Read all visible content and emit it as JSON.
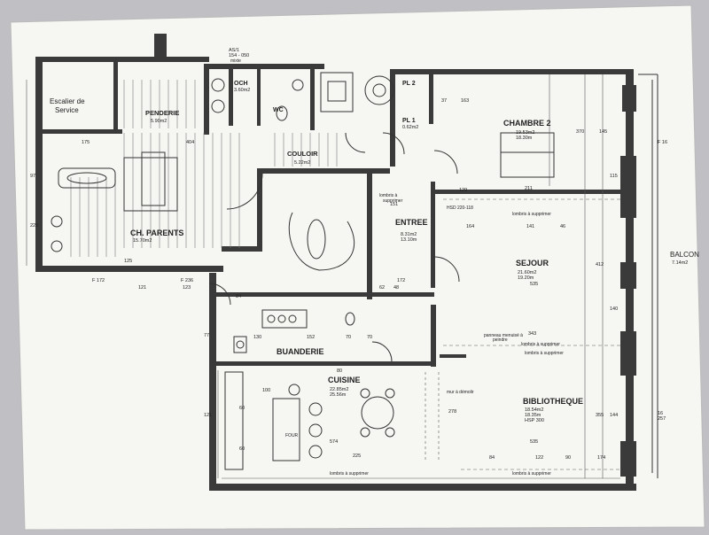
{
  "plan": {
    "header_code": "AS/1",
    "header_sub": "154 - 050",
    "header_sub2": "mixte",
    "rooms": {
      "escalier": "Escalier de",
      "service": "Service",
      "penderie": "PENDERIE",
      "penderie_area": "5.90m2",
      "och": "OCH",
      "och_area": "3.60m2",
      "wc": "WC",
      "couloir": "COULOIR",
      "couloir_area": "5.22m2",
      "pl2": "PL 2",
      "pl1": "PL 1",
      "pl1_area": "0.62m2",
      "chambre2": "CHAMBRE 2",
      "chambre2_area1": "19.53m2",
      "chambre2_area2": "18.30m",
      "chparents": "CH. PARENTS",
      "chparents_area": "15.70m2",
      "entree": "ENTREE",
      "entree_area1": "8.31m2",
      "entree_area2": "13.10m",
      "sejour": "SEJOUR",
      "sejour_area1": "21.60m2",
      "sejour_area2": "19.20m",
      "buanderie": "BUANDERIE",
      "cuisine": "CUISINE",
      "cuisine_area1": "22.85m2",
      "cuisine_area2": "25.56m",
      "bibliotheque": "BIBLIOTHEQUE",
      "biblio_area1": "18.54m2",
      "biblio_area2": "18.35m",
      "biblio_hsp": "HSP 300",
      "balcon": "BALCON",
      "balcon_area": "7.14m2",
      "four": "FOUR"
    },
    "notes": {
      "lombris1": "lombris à",
      "supprimer1": "supprimer",
      "lombris_chambre": "lombris à supprimer",
      "panneau": "panneau menuisé à",
      "peindre": "peindre",
      "lombris_sejour1": "lombris à supprimer",
      "lombris_sejour2": "lombris à supprimer",
      "lombris_cuisine": "lombris à supprimer",
      "lombris_biblio": "lombris à supprimer",
      "demolir": "mur à démolir",
      "HSD": "HSD 220-118"
    },
    "dims": {
      "d175": "175",
      "d404": "404",
      "d163": "163",
      "d37": "37",
      "d129": "129",
      "d211": "211",
      "d164": "164",
      "d141": "141",
      "d46": "46",
      "d343": "343",
      "d535a": "535",
      "d535b": "535",
      "d412": "412",
      "d355": "355",
      "d574": "574",
      "d225": "225",
      "d172": "172",
      "d125": "125",
      "d121a": "121",
      "d121b": "121",
      "d123": "123",
      "d220": "220",
      "d97": "97",
      "d100": "100",
      "d152": "152",
      "d70a": "70",
      "d70b": "70",
      "d84": "84",
      "d151": "151",
      "d278": "278",
      "d144": "144",
      "d140": "140",
      "d115": "115",
      "d145": "145",
      "d370": "370",
      "d174": "174",
      "d122": "122",
      "d90": "90",
      "d84b": "84",
      "d80": "80",
      "d60a": "60",
      "d60b": "60",
      "d77": "77",
      "d130": "130",
      "d62": "62",
      "d48": "48",
      "d16": "16",
      "d257": "257",
      "F172": "F 172",
      "F238": "F 236",
      "F16": "F 16"
    }
  }
}
